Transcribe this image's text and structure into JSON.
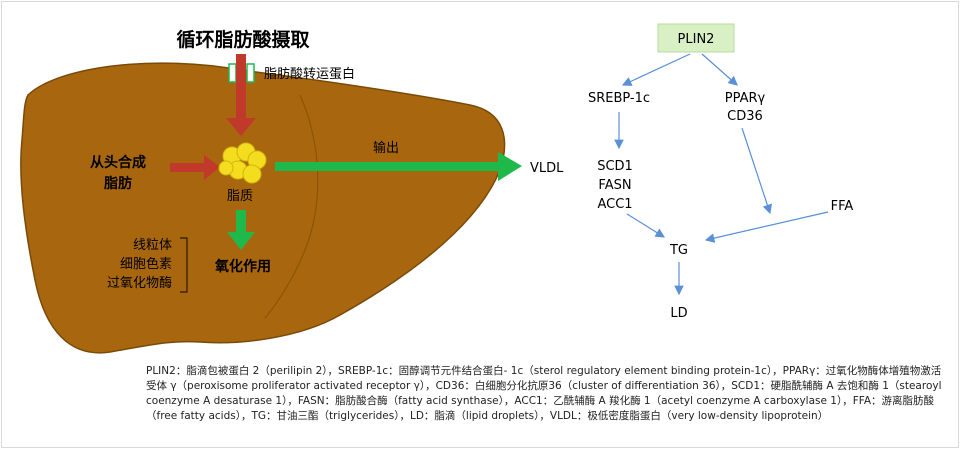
{
  "liver": {
    "title": "循环脂肪酸摄取",
    "transporter": "脂肪酸转运蛋白",
    "de_novo_line1": "从头合成",
    "de_novo_line2": "脂肪",
    "lipid": "脂质",
    "export": "输出",
    "vldl": "VLDL",
    "oxidation": "氧化作用",
    "organelles": [
      "线粒体",
      "细胞色素",
      "过氧化物酶"
    ]
  },
  "pathway": {
    "plin2": "PLIN2",
    "srebp": "SREBP-1c",
    "ppar": "PPARγ",
    "cd36": "CD36",
    "scd1": "SCD1",
    "fasn": "FASN",
    "acc1": "ACC1",
    "ffa": "FFA",
    "tg": "TG",
    "ld": "LD"
  },
  "legend_text": "PLIN2：脂滴包被蛋白 2（perilipin 2），SREBP-1c：固醇调节元件结合蛋白- 1c（sterol regulatory element binding protein-1c），PPARγ：过氧化物酶体增殖物激活受体 γ（peroxisome proliferator activated receptor γ），CD36：白细胞分化抗原36（cluster of differentiation 36），SCD1：硬脂酰辅酶 A 去饱和酶 1（stearoyl coenzyme A desaturase 1），FASN：脂肪酸合酶（fatty acid synthase），ACC1：乙酰辅酶 A 羧化酶 1（acetyl coenzyme A carboxylase 1），FFA：游离脂肪酸（free fatty acids），TG：甘油三酯（triglycerides），LD：脂滴（lipid droplets），VLDL：极低密度脂蛋白（very low-density lipoprotein）",
  "colors": {
    "liver": "#a8670f",
    "liver_edge": "#7a4a08",
    "red_arrow": "#c0392b",
    "green_arrow": "#1fb84a",
    "lipid_yellow": "#f4dc1f",
    "blue_line": "#5b8fd6",
    "plin2_box": "#d8f0c4"
  }
}
